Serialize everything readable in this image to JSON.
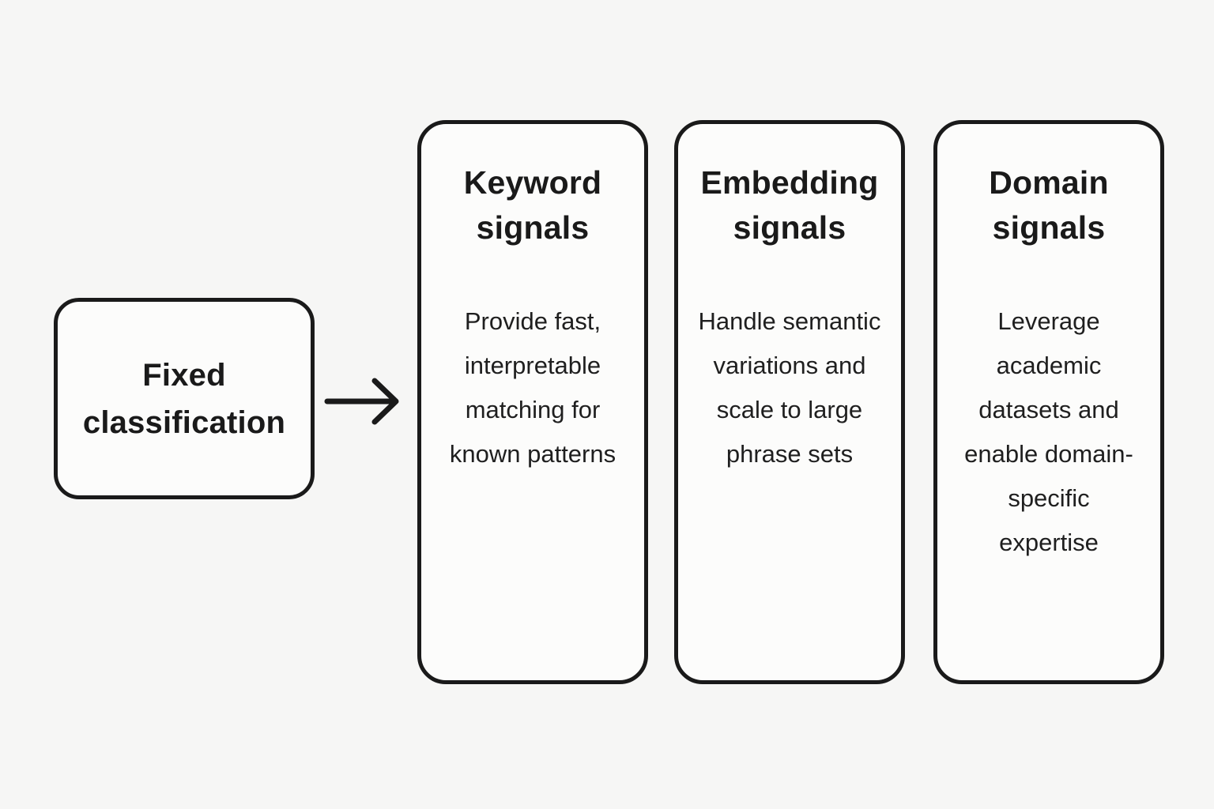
{
  "diagram": {
    "title_hint": "Fixed classification signal types",
    "colors": {
      "background": "#f6f6f5",
      "box_fill": "#fcfcfb",
      "stroke": "#1a1a1a",
      "text": "#1a1a1a"
    },
    "source_box": {
      "title": "Fixed classification"
    },
    "arrow": {
      "icon": "right-arrow-icon",
      "direction": "right"
    },
    "signal_boxes": [
      {
        "title": "Keyword signals",
        "description": "Provide fast, interpretable matching for known patterns"
      },
      {
        "title": "Embedding signals",
        "description": "Handle semantic variations and scale to large phrase sets"
      },
      {
        "title": "Domain signals",
        "description": "Leverage academic datasets and enable domain-specific expertise"
      }
    ]
  }
}
